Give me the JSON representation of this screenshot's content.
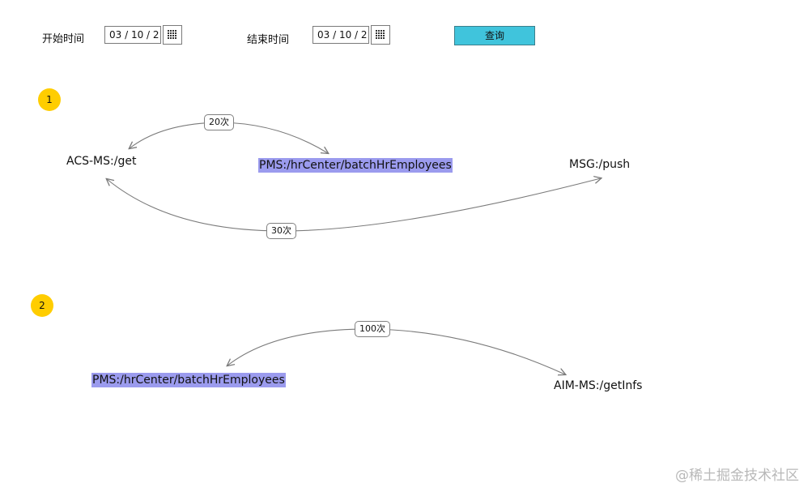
{
  "filters": {
    "start_label": "开始时间",
    "start_value": "03 / 10 / 2",
    "end_label": "结束时间",
    "end_value": "03 / 10 / 2",
    "query_button": "查询"
  },
  "graphs": [
    {
      "badge": "1",
      "nodes": {
        "acs": "ACS-MS:/get",
        "pms": "PMS:/hrCenter/batchHrEmployees",
        "msg": "MSG:/push"
      },
      "edges": {
        "e1": "20次",
        "e2": "30次"
      }
    },
    {
      "badge": "2",
      "nodes": {
        "pms": "PMS:/hrCenter/batchHrEmployees",
        "aim": "AIM-MS:/getInfs"
      },
      "edges": {
        "e1": "100次"
      }
    }
  ],
  "watermark": "@稀土掘金技术社区",
  "colors": {
    "badge": "#ffcd00",
    "highlight": "#9b9bee",
    "query_button": "#40c4dc",
    "edge": "#7a7a7a"
  }
}
